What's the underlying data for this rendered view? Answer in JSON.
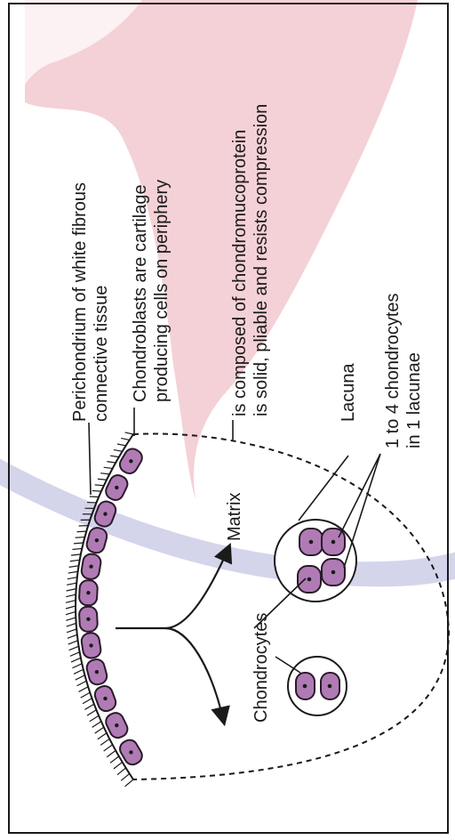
{
  "colors": {
    "cell_fill": "#b07bb5",
    "cell_stroke": "#2a1a2a",
    "watermark_pink": "#f2c9cf",
    "watermark_blue": "#c9c9e6",
    "line": "#1a1a1a"
  },
  "labels": {
    "perichondrium_l1": "Perichondrium of white fibrous",
    "perichondrium_l2": "connective tissue",
    "chondroblasts_l1": "Chondroblasts are cartilage",
    "chondroblasts_l2": "producing cells on periphery",
    "matrix_desc_l1": "is composed of chondromucoprotein",
    "matrix_desc_l2": "is solid, pliable and resists compression",
    "lacuna": "Lacuna",
    "chondrocyte_count_l1": "1 to 4 chondrocytes",
    "chondrocyte_count_l2": "in 1 lacunae",
    "matrix": "Matrix",
    "chondrocytes": "Chondrocytes"
  }
}
